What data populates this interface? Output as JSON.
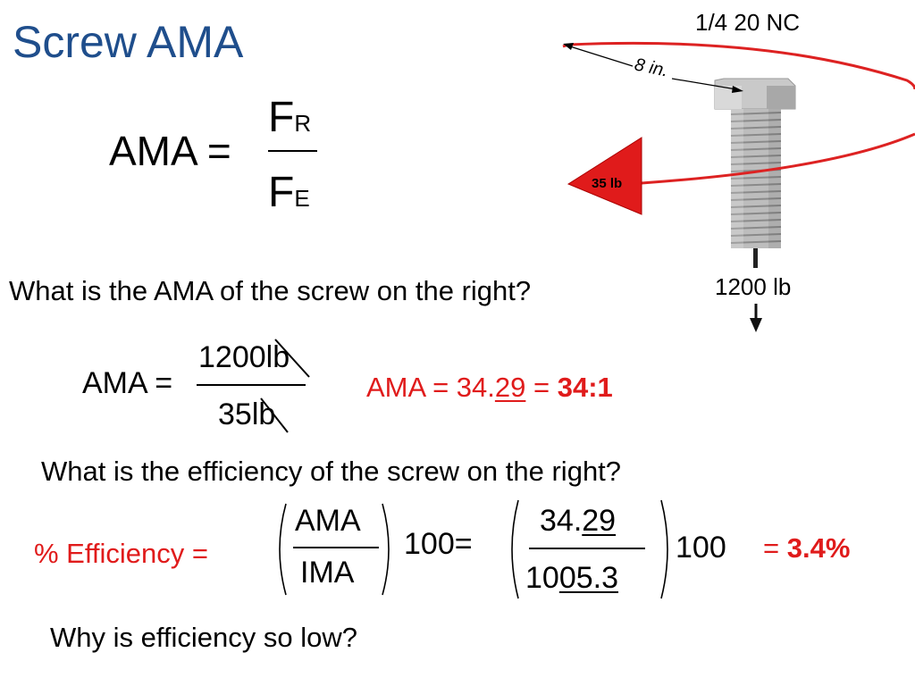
{
  "slide": {
    "title": "Screw AMA"
  },
  "formula": {
    "lhs": "AMA =",
    "num_main": "F",
    "num_sub": "R",
    "den_main": "F",
    "den_sub": "E"
  },
  "diagram": {
    "thread_spec": "1/4 20 NC",
    "lever_length": "8 in.",
    "effort_force": "35 lb",
    "resistance_force": "1200 lb"
  },
  "q1": {
    "question": "What is the AMA of the screw on the right?",
    "lhs": "AMA =",
    "num_value": "1200",
    "num_unit": "lb",
    "den_value": "35",
    "den_unit": "lb",
    "answer_prefix": "AMA = 34.",
    "answer_repeating": "29",
    "answer_eq": " = ",
    "answer_ratio": "34:1"
  },
  "q2": {
    "question": "What is the efficiency of the screw on the right?",
    "lhs": "% Efficiency =",
    "frac1_num": "AMA",
    "frac1_den": "IMA",
    "mult1": "100=",
    "frac2_num_a": "34.",
    "frac2_num_b": "29",
    "frac2_den_a": "10",
    "frac2_den_b": "05.3",
    "mult2": "100",
    "eq": "=",
    "result": "3.4%"
  },
  "q3": {
    "question": "Why is efficiency so low?"
  },
  "colors": {
    "title": "#1f4e8c",
    "accent_red": "#e01b1b",
    "arrow_red": "#e01b1b",
    "bolt_gray": "#b5b5b5"
  }
}
